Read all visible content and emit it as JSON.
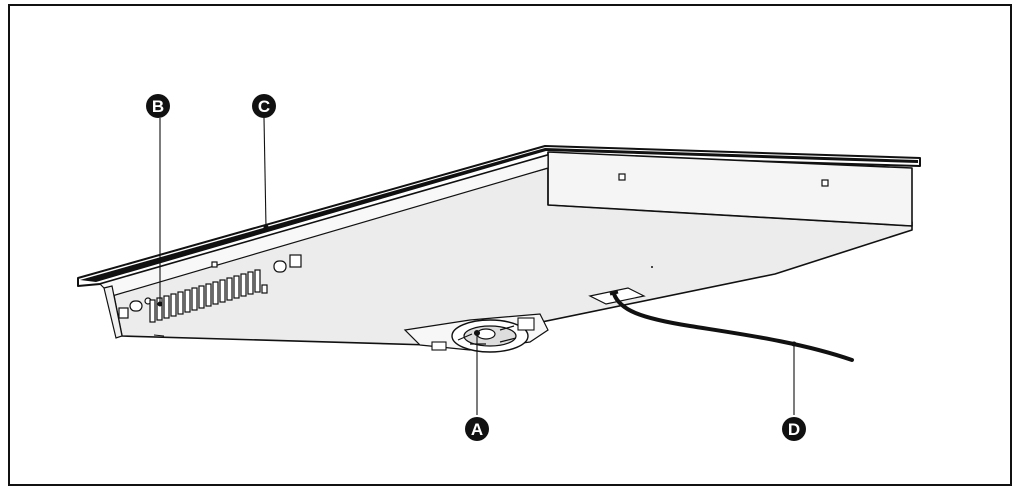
{
  "callouts": {
    "a": {
      "label": "A"
    },
    "b": {
      "label": "B"
    },
    "c": {
      "label": "C"
    },
    "d": {
      "label": "D"
    }
  },
  "colors": {
    "line": "#111111",
    "panel_fill": "#e9e9e9",
    "panel_side": "#f4f4f4",
    "marker": "#111111",
    "marker_text": "#ffffff"
  }
}
